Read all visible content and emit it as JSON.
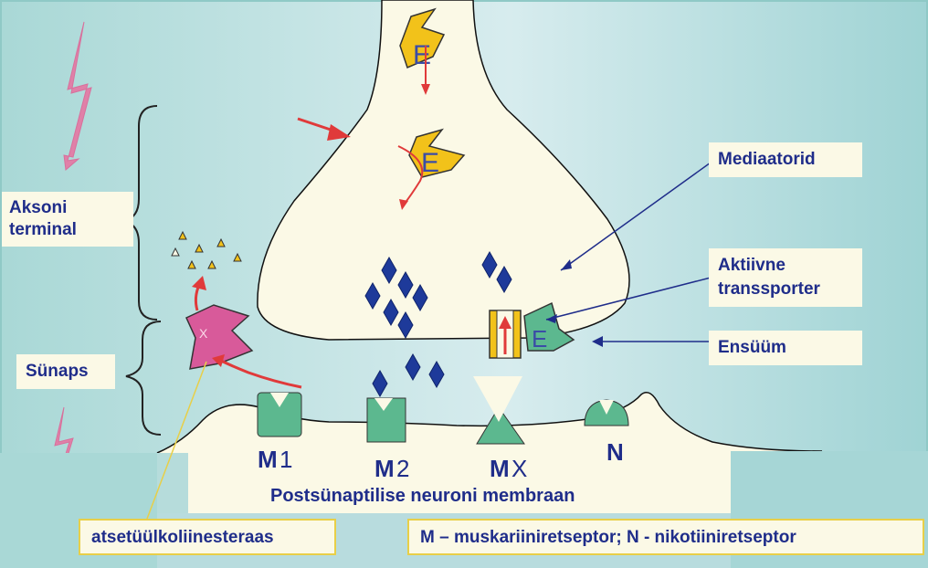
{
  "labels": {
    "axon_terminal": [
      "Aksoni",
      "terminal"
    ],
    "synapse": "Sünaps",
    "mediators": "Mediaatorid",
    "active_transporter": [
      "Aktiivne",
      "transsporter"
    ],
    "enzyme": "Ensüüm",
    "acetylcholinesterase": "atsetüülkoliinesteraas",
    "legend": "M – muskariiniretseptor; N - nikotiiniretseptor",
    "membrane": "Postsünaptilise neuroni membraan"
  },
  "receptors": {
    "m1": {
      "letter": "M",
      "sub": "1"
    },
    "m2": {
      "letter": "M",
      "sub": "2"
    },
    "mx": {
      "letter": "M",
      "sub": "X"
    },
    "n": {
      "letter": "N",
      "sub": ""
    }
  },
  "molecule_letters": {
    "e": "E",
    "x": "X"
  },
  "colors": {
    "background_left": "#a9d8d6",
    "background_right": "#cfe6e8",
    "terminal_fill": "#fbf9e6",
    "mediator_fill": "#1e3a9a",
    "enzyme_fill": "#f2c21a",
    "receptor_fill": "#5cb88f",
    "acetylcholinesterase_fill": "#d85a9a",
    "arrow_red": "#e03a3a",
    "label_text": "#1f2d8a",
    "callout_border": "#e8cf48"
  }
}
